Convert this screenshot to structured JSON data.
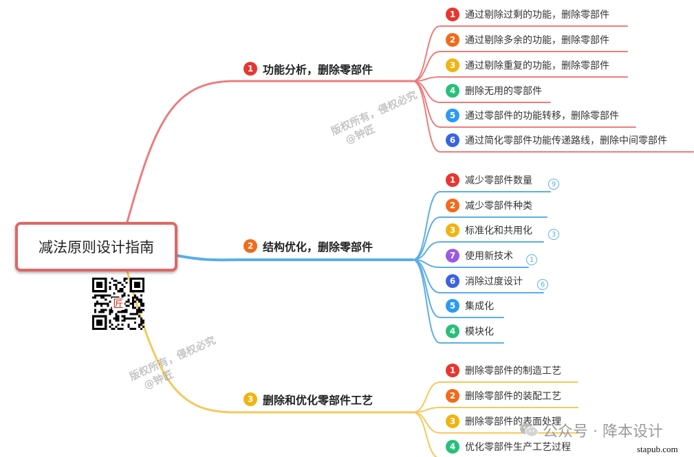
{
  "root": {
    "label": "减法原则设计指南"
  },
  "colors": {
    "branch1": "#ef7b7b",
    "branch2": "#5aaee6",
    "branch3": "#f7c75a"
  },
  "branches": [
    {
      "num": "1",
      "label": "功能分析，删除零部件",
      "badge_color": "#e8362f",
      "items": [
        {
          "num": "1",
          "label": "通过剔除过剩的功能，删除零部件",
          "color": "#e8362f"
        },
        {
          "num": "2",
          "label": "通过剔除多余的功能，删除零部件",
          "color": "#f26a1b"
        },
        {
          "num": "3",
          "label": "通过剔除重复的功能，删除零部件",
          "color": "#f2b311"
        },
        {
          "num": "4",
          "label": "删除无用的零部件",
          "color": "#27c07a"
        },
        {
          "num": "5",
          "label": "通过零部件的功能转移，删除零部件",
          "color": "#2b9af3"
        },
        {
          "num": "6",
          "label": "通过简化零部件功能传递路线，删除中间零部件",
          "color": "#3a63e0"
        }
      ]
    },
    {
      "num": "2",
      "label": "结构优化，删除零部件",
      "badge_color": "#f26a1b",
      "items": [
        {
          "num": "1",
          "label": "减少零部件数量",
          "color": "#e8362f",
          "tag": "9"
        },
        {
          "num": "2",
          "label": "减少零部件种类",
          "color": "#f26a1b"
        },
        {
          "num": "3",
          "label": "标准化和共用化",
          "color": "#f2b311",
          "tag": "3"
        },
        {
          "num": "7",
          "label": "使用新技术",
          "color": "#9b59e0",
          "tag": "1"
        },
        {
          "num": "6",
          "label": "消除过度设计",
          "color": "#3a63e0",
          "tag": "6"
        },
        {
          "num": "5",
          "label": "集成化",
          "color": "#2b9af3"
        },
        {
          "num": "4",
          "label": "模块化",
          "color": "#27c07a"
        }
      ]
    },
    {
      "num": "3",
      "label": "删除和优化零部件工艺",
      "badge_color": "#f2b311",
      "items": [
        {
          "num": "1",
          "label": "删除零部件的制造工艺",
          "color": "#e8362f"
        },
        {
          "num": "2",
          "label": "删除零部件的装配工艺",
          "color": "#f26a1b"
        },
        {
          "num": "3",
          "label": "删除零部件的表面处理",
          "color": "#f2b311"
        },
        {
          "num": "4",
          "label": "优化零部件生产工艺过程",
          "color": "#27c07a"
        }
      ]
    }
  ],
  "watermarks": [
    {
      "line1": "版权所有，侵权必究",
      "line2": "@钟匠"
    },
    {
      "line1": "版权所有，侵权必究",
      "line2": "@钟匠"
    }
  ],
  "qr": {
    "center_char": "匠"
  },
  "footer": {
    "brand": "公众号 · 降本设计",
    "brand_icon": "wechat-icon",
    "site": "stapub.com"
  }
}
